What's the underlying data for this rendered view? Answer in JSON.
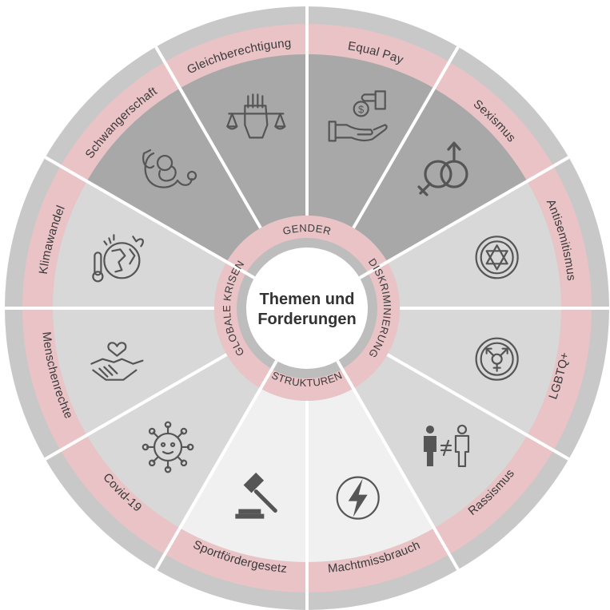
{
  "center": {
    "line1": "Themen und",
    "line2": "Forderungen"
  },
  "categories": [
    {
      "id": "gender",
      "label": "GENDER"
    },
    {
      "id": "diskriminierung",
      "label": "DISKRIMINIERUNG"
    },
    {
      "id": "strukturen",
      "label": "STRUKTUREN"
    },
    {
      "id": "globale_krisen",
      "label": "GLOBALE KRISEN"
    }
  ],
  "topics": [
    {
      "label": "Equal Pay",
      "category": "gender",
      "icon": "money-hand-icon"
    },
    {
      "label": "Sexismus",
      "category": "gender",
      "icon": "gender-symbols-icon"
    },
    {
      "label": "Antisemitismus",
      "category": "diskriminierung",
      "icon": "star-of-david-icon"
    },
    {
      "label": "LGBTQ+",
      "category": "diskriminierung",
      "icon": "transgender-symbol-icon"
    },
    {
      "label": "Rassismus",
      "category": "diskriminierung",
      "icon": "people-not-equal-icon"
    },
    {
      "label": "Machtmissbrauch",
      "category": "strukturen",
      "icon": "lightning-bolt-icon"
    },
    {
      "label": "Sportfördergesetz",
      "category": "strukturen",
      "icon": "gavel-icon"
    },
    {
      "label": "Covid-19",
      "category": "globale_krisen",
      "icon": "virus-icon"
    },
    {
      "label": "Menschenrechte",
      "category": "globale_krisen",
      "icon": "handshake-heart-icon"
    },
    {
      "label": "Klimawandel",
      "category": "globale_krisen",
      "icon": "earth-thermometer-icon"
    },
    {
      "label": "Schwangerschaft",
      "category": "gender",
      "icon": "baby-stethoscope-icon"
    },
    {
      "label": "Gleichberechtigung",
      "category": "gender",
      "icon": "fist-scales-icon"
    }
  ],
  "colors": {
    "gender": "#a8a8a8",
    "diskriminierung": "#d8d8d8",
    "strukturen": "#f0f0f0",
    "globale_krisen": "#d8d8d8",
    "label_ring": "#eac3c6",
    "outer_rim": "#c8c8c8",
    "divider": "#ffffff"
  }
}
